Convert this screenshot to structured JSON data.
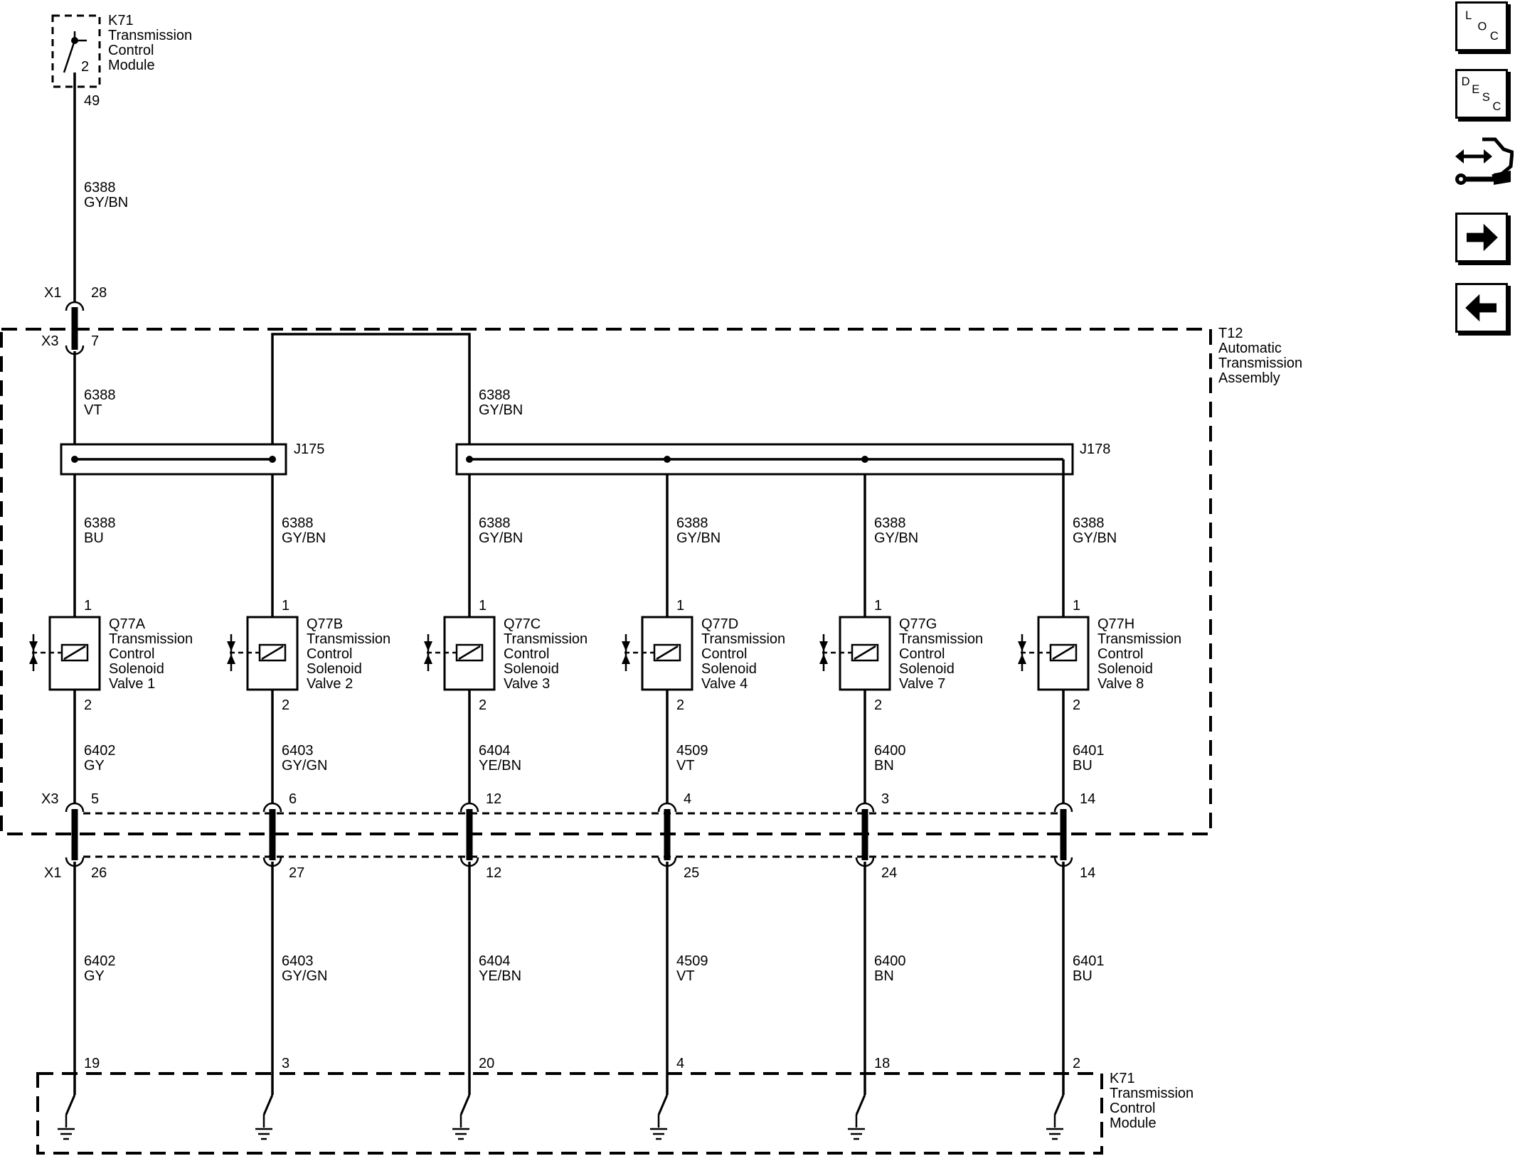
{
  "module_top": {
    "lines": [
      "K71",
      "Transmission",
      "Control",
      "Module"
    ],
    "switch_num": "2",
    "pin": "49"
  },
  "feed_wire": {
    "circuit": "6388",
    "color": "GY/BN"
  },
  "x1_top": {
    "name": "X1",
    "pin": "28"
  },
  "x3_top": {
    "name": "X3",
    "pin": "7"
  },
  "assembly": {
    "lines": [
      "T12",
      "Automatic",
      "Transmission",
      "Assembly"
    ]
  },
  "feed_after_x3": {
    "circuit": "6388",
    "color": "VT"
  },
  "bridge_wire": {
    "circuit": "6388",
    "color": "GY/BN"
  },
  "splices": {
    "j175": "J175",
    "j178": "J178"
  },
  "x3_name": "X3",
  "x1_name": "X1",
  "columns": [
    {
      "upper_circuit": "6388",
      "upper_color": "BU",
      "pin1": "1",
      "pin2": "2",
      "valve": [
        "Q77A",
        "Transmission",
        "Control",
        "Solenoid",
        "Valve 1"
      ],
      "circuit": "6402",
      "color": "GY",
      "x3_pin": "5",
      "x1_pin": "26",
      "tcm_pin": "19"
    },
    {
      "upper_circuit": "6388",
      "upper_color": "GY/BN",
      "pin1": "1",
      "pin2": "2",
      "valve": [
        "Q77B",
        "Transmission",
        "Control",
        "Solenoid",
        "Valve 2"
      ],
      "circuit": "6403",
      "color": "GY/GN",
      "x3_pin": "6",
      "x1_pin": "27",
      "tcm_pin": "3"
    },
    {
      "upper_circuit": "6388",
      "upper_color": "GY/BN",
      "pin1": "1",
      "pin2": "2",
      "valve": [
        "Q77C",
        "Transmission",
        "Control",
        "Solenoid",
        "Valve 3"
      ],
      "circuit": "6404",
      "color": "YE/BN",
      "x3_pin": "12",
      "x1_pin": "12",
      "tcm_pin": "20"
    },
    {
      "upper_circuit": "6388",
      "upper_color": "GY/BN",
      "pin1": "1",
      "pin2": "2",
      "valve": [
        "Q77D",
        "Transmission",
        "Control",
        "Solenoid",
        "Valve 4"
      ],
      "circuit": "4509",
      "color": "VT",
      "x3_pin": "4",
      "x1_pin": "25",
      "tcm_pin": "4"
    },
    {
      "upper_circuit": "6388",
      "upper_color": "GY/BN",
      "pin1": "1",
      "pin2": "2",
      "valve": [
        "Q77G",
        "Transmission",
        "Control",
        "Solenoid",
        "Valve 7"
      ],
      "circuit": "6400",
      "color": "BN",
      "x3_pin": "3",
      "x1_pin": "24",
      "tcm_pin": "18"
    },
    {
      "upper_circuit": "6388",
      "upper_color": "GY/BN",
      "pin1": "1",
      "pin2": "2",
      "valve": [
        "Q77H",
        "Transmission",
        "Control",
        "Solenoid",
        "Valve 8"
      ],
      "circuit": "6401",
      "color": "BU",
      "x3_pin": "14",
      "x1_pin": "14",
      "tcm_pin": "2"
    }
  ],
  "module_bottom": {
    "lines": [
      "K71",
      "Transmission",
      "Control",
      "Module"
    ]
  },
  "nav": {
    "loc": [
      "L",
      "O",
      "C"
    ],
    "desc": [
      "D",
      "E",
      "S",
      "C"
    ],
    "icons": [
      "connector-view-icon",
      "next-arrow-icon",
      "previous-arrow-icon"
    ]
  }
}
